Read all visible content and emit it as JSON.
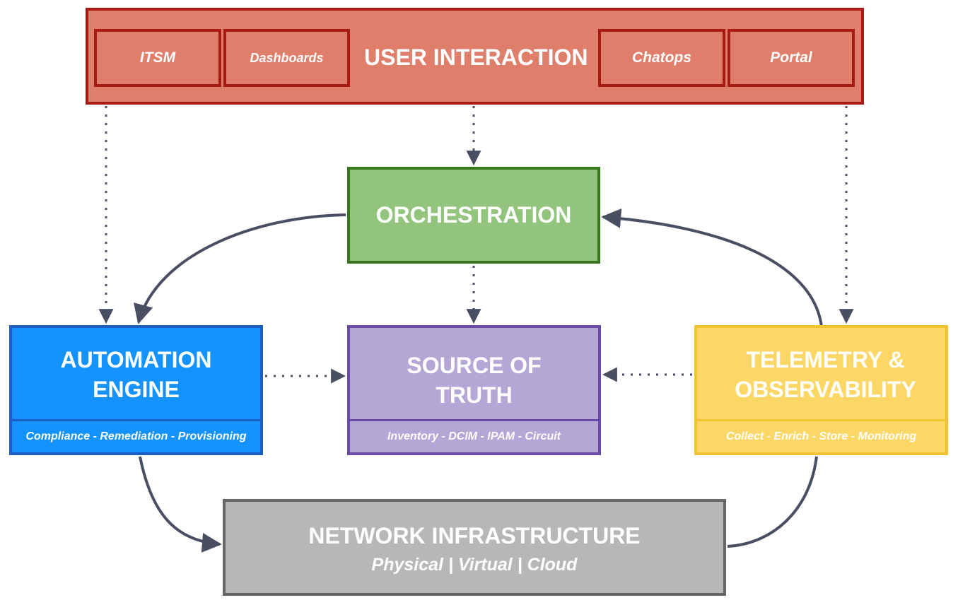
{
  "user_interaction": {
    "title": "USER INTERACTION",
    "channels": [
      "ITSM",
      "Dashboards",
      "Chatops",
      "Portal"
    ]
  },
  "orchestration": {
    "title": "ORCHESTRATION"
  },
  "automation_engine": {
    "title_line1": "AUTOMATION",
    "title_line2": "ENGINE",
    "footer": "Compliance - Remediation - Provisioning"
  },
  "source_of_truth": {
    "title_line1": "SOURCE OF",
    "title_line2": "TRUTH",
    "footer": "Inventory - DCIM - IPAM - Circuit"
  },
  "telemetry": {
    "title_line1": "TELEMETRY &",
    "title_line2": "OBSERVABILITY",
    "footer": "Collect - Enrich - Store - Monitoring"
  },
  "network_infrastructure": {
    "title": "NETWORK INFRASTRUCTURE",
    "subtitle": "Physical | Virtual | Cloud"
  },
  "colors": {
    "user_interaction": "#e07e6c",
    "orchestration": "#93c47d",
    "automation_engine": "#1493fe",
    "source_of_truth": "#b4a7d6",
    "telemetry": "#fdd766",
    "network_infrastructure": "#b7b7b7",
    "connector": "#4a4e63"
  }
}
